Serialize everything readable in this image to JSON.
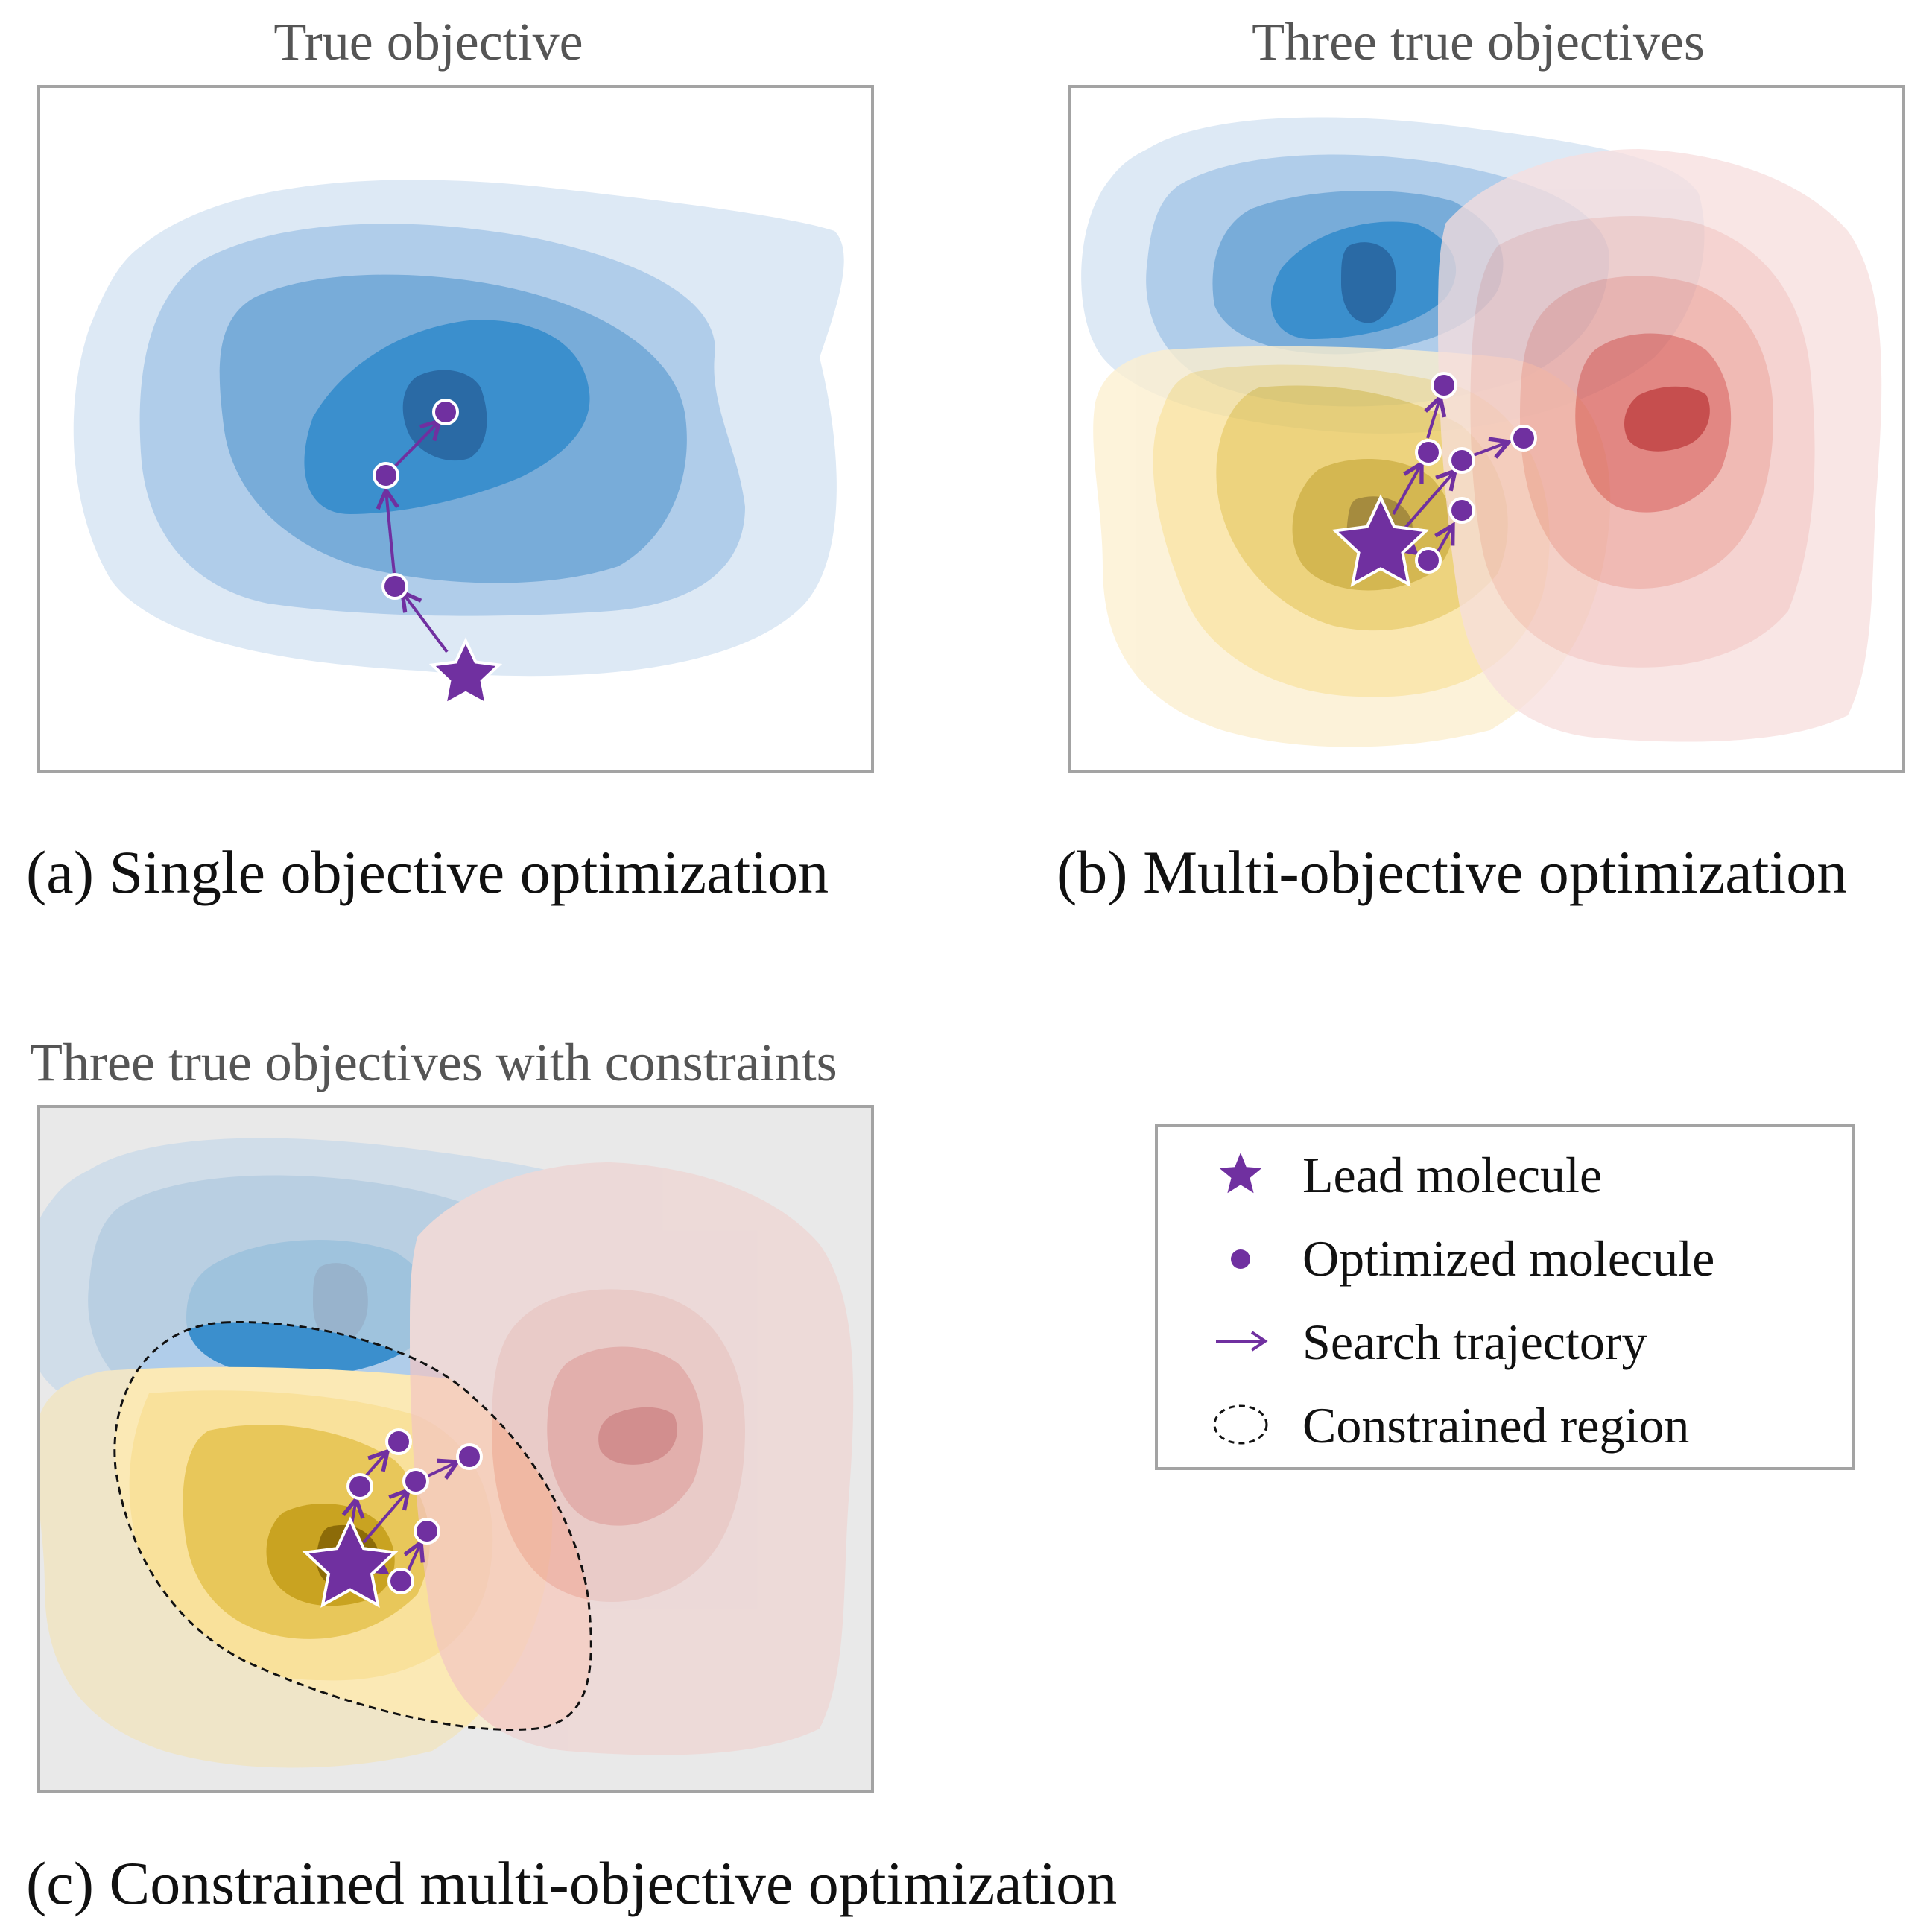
{
  "panels": [
    {
      "title": "True objective",
      "caption": "(a) Single objective optimization"
    },
    {
      "title": "Three true objectives",
      "caption": "(b) Multi-objective optimization"
    },
    {
      "title": "Three true objectives with constraints",
      "caption": "(c) Constrained multi-objective optimization"
    }
  ],
  "legend": {
    "items": [
      {
        "label": "Lead molecule",
        "icon": "star-icon"
      },
      {
        "label": "Optimized molecule",
        "icon": "dot-icon"
      },
      {
        "label": "Search trajectory",
        "icon": "arrow-icon"
      },
      {
        "label": "Constrained region",
        "icon": "dashed-ellipse-icon"
      }
    ]
  },
  "colors": {
    "trajectory": "#7030a0",
    "blue_levels": [
      "#dde9f5",
      "#b0cdea",
      "#78acd9",
      "#3b8fcd",
      "#2a6aa5"
    ],
    "red_levels": [
      "#f7dedd",
      "#f2c5c2",
      "#eba39c",
      "#d9605a",
      "#b41313"
    ],
    "yellow_levels": [
      "#fcefcf",
      "#f9e19b",
      "#e8c75a",
      "#c9a321",
      "#8c6b08"
    ],
    "constraint_mask": "#e9e9e9",
    "frame": "#a3a3a3"
  }
}
